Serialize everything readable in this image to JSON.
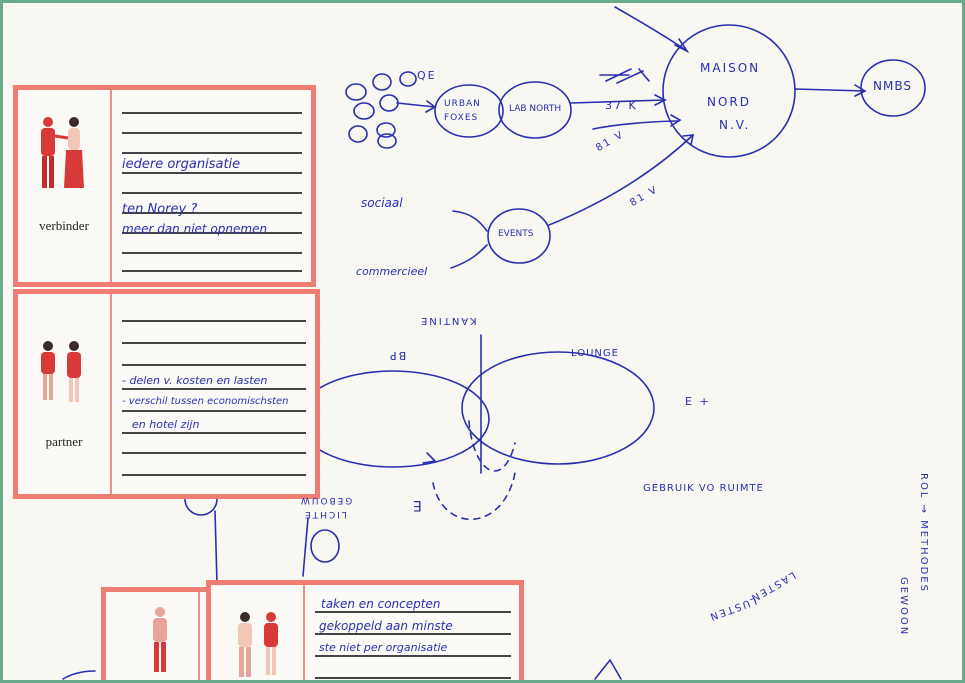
{
  "colors": {
    "ink": "#2a2fb0",
    "card_border": "#ef7d72",
    "figure_red": "#d83a3a",
    "frame": "#6aa98a",
    "paper": "#f8f7f1"
  },
  "cards": {
    "verbinder": {
      "role": "verbinder",
      "notes": [
        "iedere organisatie",
        "ten Norey ?",
        "meer dan niet opnemen"
      ]
    },
    "partner": {
      "role": "partner",
      "notes": [
        "- delen v. kosten en lasten",
        "- verschil tussen economischsten",
        "en hotel zijn"
      ]
    },
    "bottom": {
      "notes": [
        "taken en concepten",
        "gekoppeld aan minste",
        "ste niet per organisatie"
      ]
    }
  },
  "sketch": {
    "qe": "QE",
    "urban_foxes": "URBAN FOXES",
    "lab_north": "LAB NORTH",
    "maison_nord": [
      "MAISON",
      "NORD",
      "N.V."
    ],
    "nmbs": "NMBS",
    "k37": "37 K",
    "v81a": "81 V",
    "v81b": "81 V",
    "sociaal": "sociaal",
    "commercieel": "commercieel",
    "events": "EVENTS",
    "kantine": "KANTINE",
    "bp": "BP",
    "lounge": "LOUNGE",
    "e_plus": "E +",
    "gebruik": "GEBRUIK VO RUIMTE",
    "lichte": "LICHTE",
    "gebouw": "GEBOUW",
    "e_mark": "E",
    "rol": "ROL → METHODES",
    "gewoon": "GEWOON",
    "lasten": "LASTEN",
    "lusten": "LUSTEN"
  }
}
